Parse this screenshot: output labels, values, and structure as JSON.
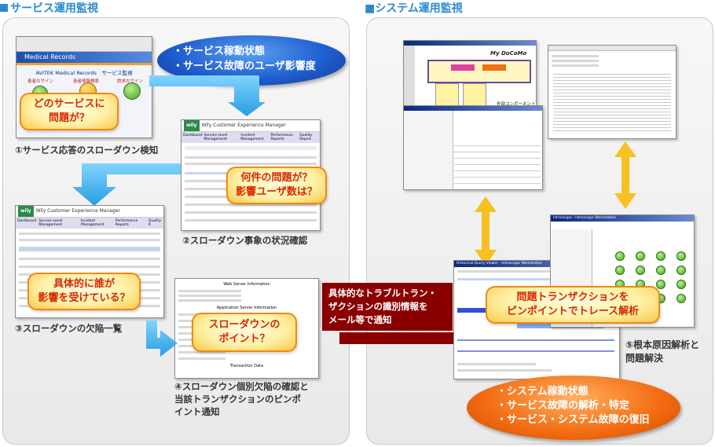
{
  "sections": {
    "service": "■サービス運用監視",
    "system": "■システム運用監視"
  },
  "service": {
    "blue_oval": [
      "・サービス稼動状態",
      "・サービス故障のユーザ影響度"
    ],
    "bubbles": {
      "b1": [
        "どのサービスに",
        "問題が？"
      ],
      "b2": [
        "何件の問題が？",
        "影響ユーザ数は？"
      ],
      "b3": [
        "具体的に誰が",
        "影響を受けている？"
      ],
      "b4": [
        "スローダウンの",
        "ポイント？"
      ]
    },
    "captions": {
      "c1": "①サービス応答のスローダウン検知",
      "c2": "②スローダウン事象の状況確認",
      "c3": "③スローダウンの欠陥一覧",
      "c4": [
        "④スローダウン個別欠陥の確認と",
        "当該トランザクションのピンポ",
        "イント通知"
      ]
    },
    "screens": {
      "s1_title": "Medical Records",
      "s1_heading": "AVITEK Medical Records　サービス監視",
      "s1_tabs": [
        "患者のサイン",
        "患者情報検索",
        "請求のサイン"
      ],
      "s2_brand": "wily",
      "s2_title": "Wily Customer Experience Manager",
      "s2_tabs": [
        "Dashboard",
        "Service Level Management",
        "Incident Management",
        "Performance Reports",
        "Quality Report"
      ],
      "s3_brand": "wily",
      "s3_title": "Wily Customer Experience Manager",
      "s3_tabs": [
        "Dashboard",
        "Service Level Management",
        "Incident Management",
        "Performance Reports",
        "Quality R"
      ],
      "s4_title": "Web Server Information",
      "s4_sub": "Application Server Information",
      "s4_footer": "Transaction Data"
    }
  },
  "arrow_box": [
    "具体的なトラブルトラン・",
    "ザクションの識別情報を",
    "メール等で通知"
  ],
  "system": {
    "bubble": [
      "問題トランザクションを",
      "ピンポイントでトレース解析"
    ],
    "caption5": [
      "⑤根本原因解析と",
      "問題解決"
    ],
    "orange_oval": [
      "・システム稼動状態",
      "・サービス故障の解析・特定",
      "・サービス・システム故障の復旧"
    ],
    "screens": {
      "map_title": "My DoCoMo",
      "map_label": "外部コンポーネント",
      "trace_title": "Historical Query Viewer - Introscope Workstation",
      "console_title": "Introscope - Introscope Workstation"
    }
  },
  "colors": {
    "title_blue": "#2a8ad0",
    "arrow_cyan": "#4ab8f0",
    "arrow_dark_red": "#8a0000",
    "arrow_yellow": "#f8c020",
    "bubble_text": "#d42a00"
  }
}
